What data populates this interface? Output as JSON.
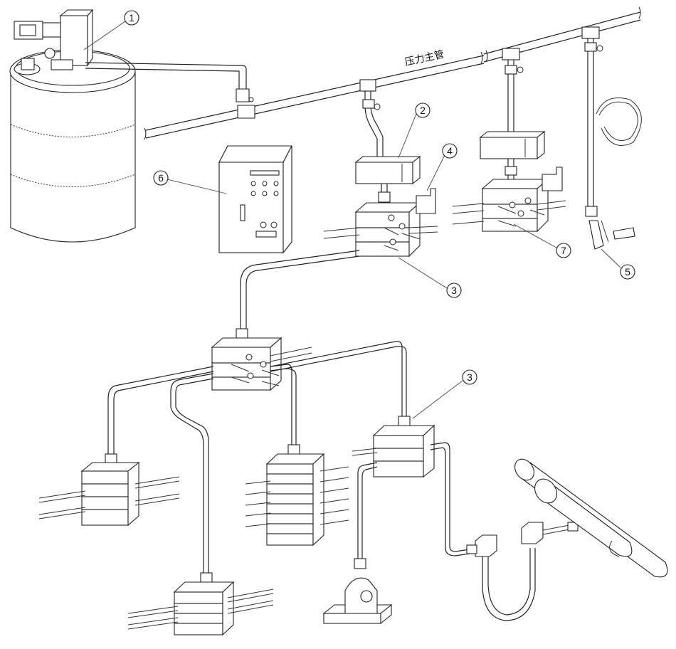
{
  "labels": {
    "main_pipe": "压力主管"
  },
  "callouts": [
    "1",
    "2",
    "3",
    "4",
    "5",
    "6",
    "7",
    "3"
  ]
}
